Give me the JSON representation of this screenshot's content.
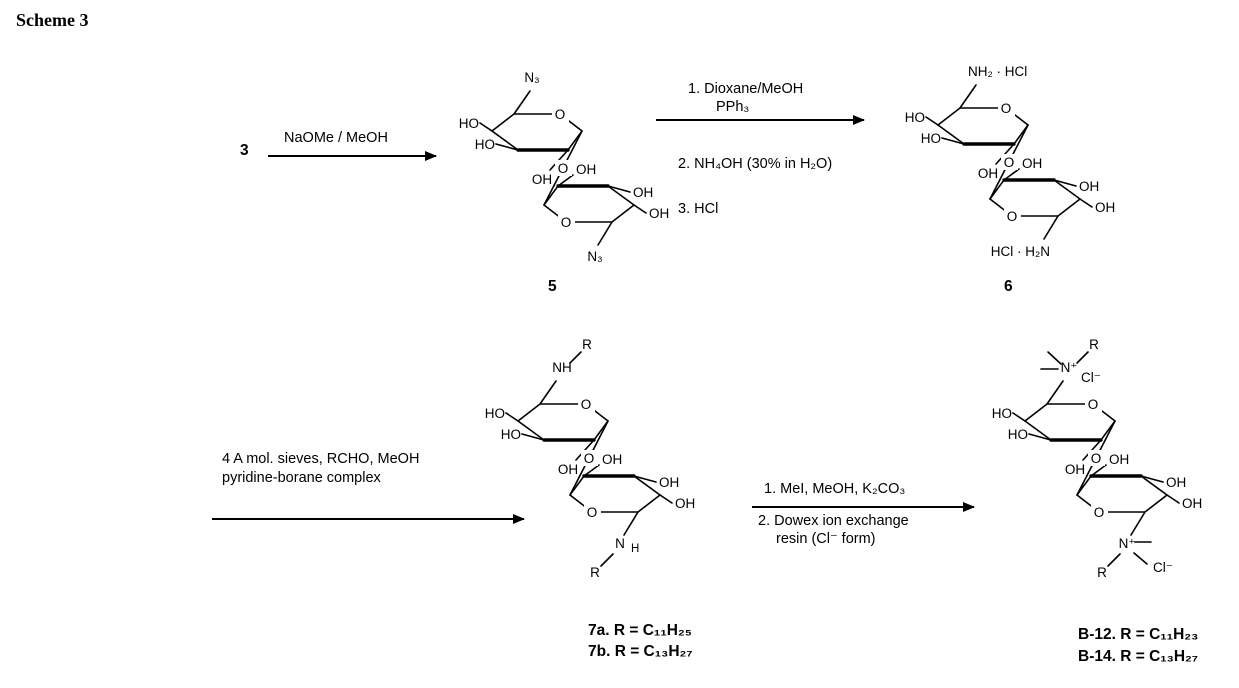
{
  "page": {
    "title": "Scheme 3",
    "background": "#ffffff",
    "ink": "#000000"
  },
  "steps": {
    "step1": {
      "reactant": "3",
      "line1": "NaOMe / MeOH"
    },
    "step2": {
      "above1": "1. Dioxane/MeOH",
      "above2": "PPh₃",
      "below1": "2. NH₄OH (30% in H₂O)",
      "below2": "3. HCl"
    },
    "step3": {
      "above1": "4 A mol. sieves, RCHO, MeOH",
      "above2": "pyridine-borane complex"
    },
    "step4": {
      "above1": "1. MeI, MeOH, K₂CO₃",
      "below1": "2. Dowex ion exchange",
      "below2": "resin (Cl⁻ form)"
    }
  },
  "compounds": {
    "c5": "5",
    "c6": "6",
    "c7a": "7a.  R = C₁₁H₂₅",
    "c7b": "7b.  R = C₁₃H₂₇",
    "cb12": "B-12. R = C₁₁H₂₃",
    "cb14": "B-14. R = C₁₃H₂₇"
  },
  "ring_labels": {
    "ho": "HO",
    "oh": "OH",
    "o": "O"
  },
  "structures": {
    "s5": {
      "top_arm": "N₃",
      "bottom_arm": "N₃"
    },
    "s6": {
      "top_arm": "NH₂ · HCl",
      "bottom_arm": "HCl · H₂N"
    },
    "s7": {
      "top_n": "NH",
      "top_r": "R",
      "bottom_n": "N",
      "bottom_h": "H",
      "bottom_r": "R"
    },
    "sb": {
      "top_n": "N⁺",
      "top_cl": "Cl⁻",
      "top_r": "R",
      "bottom_n": "N⁺",
      "bottom_cl": "Cl⁻",
      "bottom_r": "R"
    }
  }
}
